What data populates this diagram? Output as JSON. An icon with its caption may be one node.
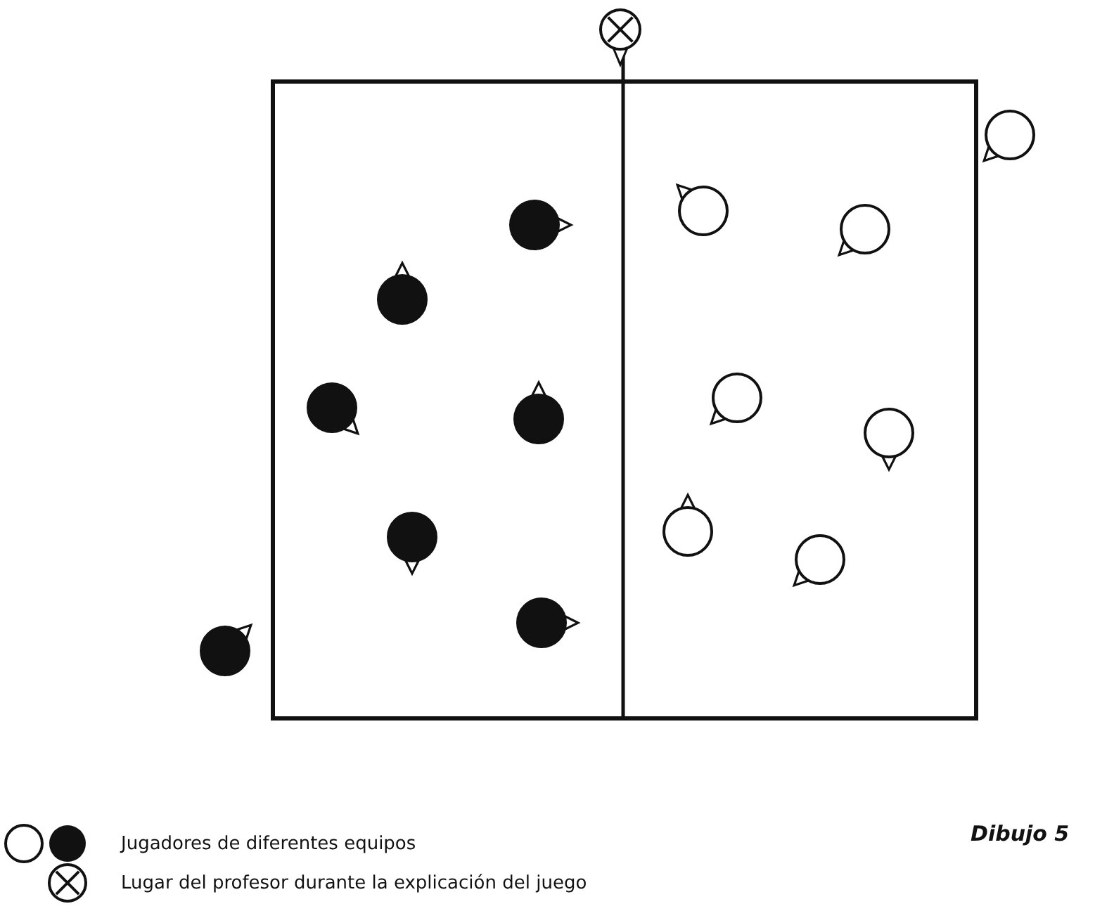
{
  "diagram": {
    "labels": [
      "Dibujo 5"
    ],
    "legend": [
      {
        "text": "Jugadores de diferentes equipos"
      },
      {
        "text": "Lugar del profesor durante la explicación del juego"
      }
    ]
  }
}
